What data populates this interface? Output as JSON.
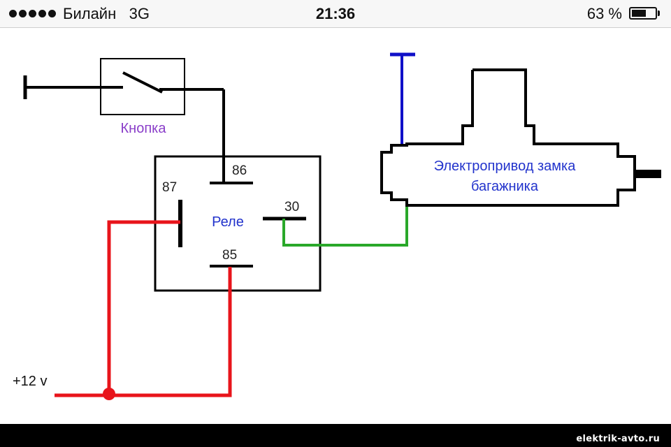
{
  "status_bar": {
    "carrier": "Билайн",
    "network": "3G",
    "time": "21:36",
    "battery_percent_text": "63 %",
    "battery_level": 0.63
  },
  "diagram": {
    "button_label": "Кнопка",
    "relay_label": "Реле",
    "pin_86": "86",
    "pin_87": "87",
    "pin_30": "30",
    "pin_85": "85",
    "actuator_line1": "Электропривод замка",
    "actuator_line2": "багажника",
    "supply_label": "+12 v",
    "colors": {
      "wire_black": "#000000",
      "wire_red": "#e8141b",
      "wire_green": "#2aa82a",
      "wire_blue": "#1010c8",
      "button_text": "#8a3ec9",
      "relay_text": "#2233cc",
      "actuator_text": "#2233cc"
    }
  },
  "footer": {
    "watermark": "elektrik-avto.ru"
  }
}
